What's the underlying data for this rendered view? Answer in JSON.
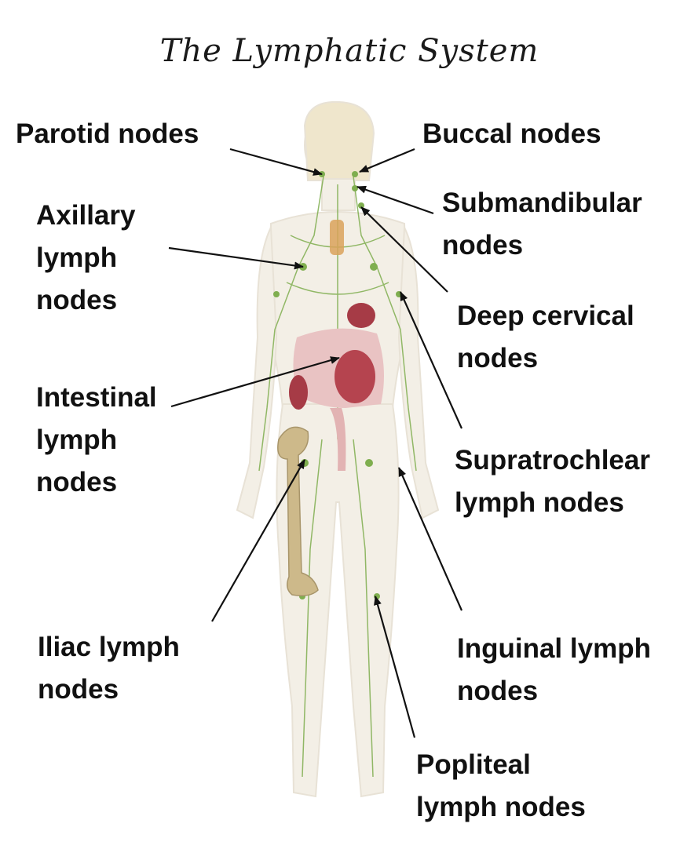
{
  "title": "The Lymphatic System",
  "labels": {
    "parotid": "Parotid nodes",
    "buccal": "Buccal nodes",
    "submandibular": "Submandibular\nnodes",
    "axillary": "Axillary\nlymph\nnodes",
    "deep_cervical": "Deep cervical\nnodes",
    "intestinal": "Intestinal\nlymph\nnodes",
    "supratrochlear": "Supratrochlear\nlymph nodes",
    "iliac": "Iliac lymph\nnodes",
    "inguinal": "Inguinal lymph\nnodes",
    "popliteal": "Popliteal\nlymph nodes"
  },
  "colors": {
    "body": "#f3efe6",
    "lymph": "#7fae4f",
    "organ": "#b5444f",
    "bone": "#cdb98a",
    "arrow": "#111111"
  }
}
